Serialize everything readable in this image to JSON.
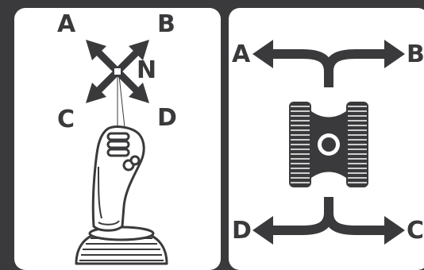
{
  "left_panel": {
    "labels": {
      "a": "A",
      "b": "B",
      "c": "C",
      "d": "D",
      "n": "N"
    },
    "icons": {
      "arrows": "four-direction-arrows-icon",
      "device": "joystick-icon"
    }
  },
  "right_panel": {
    "labels": {
      "a": "A",
      "b": "B",
      "c": "C",
      "d": "D"
    },
    "icons": {
      "top": "split-arrow-up-icon",
      "middle": "thumbwheel-icon",
      "bottom": "split-arrow-down-icon"
    }
  },
  "colors": {
    "background": "#3a3a3c",
    "panel": "#ffffff",
    "ink": "#3a3a3c"
  }
}
